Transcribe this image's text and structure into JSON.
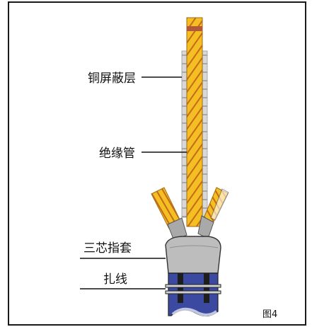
{
  "labels": {
    "copper_shield": "铜屏蔽层",
    "insulation_tube": "绝缘管",
    "three_core_finger_sleeve": "三芯指套",
    "binding_wire": "扎线",
    "figure_number": "图4"
  },
  "colors": {
    "background": "#ffffff",
    "border": "#1a1a1a",
    "core_yellow": "#f4bf22",
    "core_stripe": "#c46b1a",
    "core_tip": "#b4583a",
    "shield_gray": "#cfcfcf",
    "sleeve_gray": "#bdbdbd",
    "cable_blue": "#3b4aa0"
  },
  "icons": {
    "core_tip_marker": "core-tip-marker-icon"
  }
}
